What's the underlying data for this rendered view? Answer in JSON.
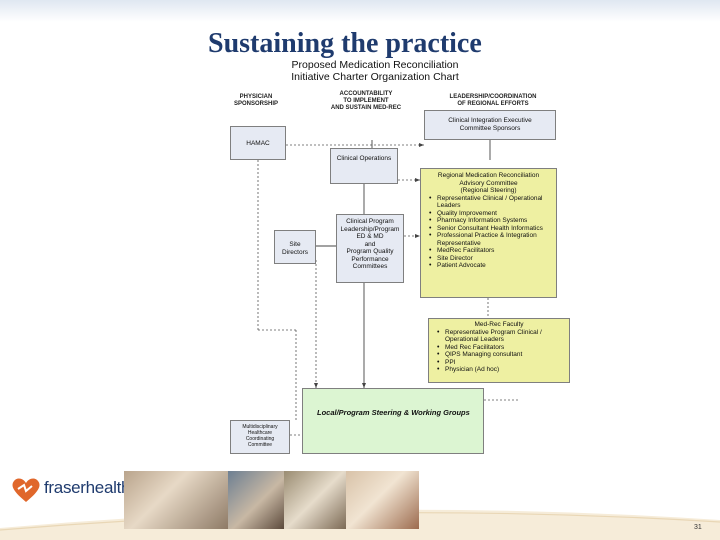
{
  "slide": {
    "title": "Sustaining the practice",
    "page_number": "31"
  },
  "org_chart": {
    "title_line1": "Proposed Medication Reconciliation",
    "title_line2": "Initiative Charter Organization Chart",
    "col_physician": [
      "PHYSICIAN",
      "SPONSORSHIP"
    ],
    "col_accountability": [
      "ACCOUNTABILITY",
      "TO IMPLEMENT",
      "AND SUSTAIN MED-REC"
    ],
    "col_leadership": [
      "LEADERSHIP/COORDINATION",
      "OF REGIONAL EFFORTS"
    ],
    "hamac": "HAMAC",
    "executive": [
      "Clinical Integration Executive",
      "Committee Sponsors"
    ],
    "clinical_ops": "Clinical Operations",
    "regional_title": [
      "Regional Medication Reconciliation",
      "Advisory Committee",
      "(Regional Steering)"
    ],
    "regional_items": [
      "Representative Clinical / Operational Leaders",
      "Quality Improvement",
      "Pharmacy Information Systems",
      "Senior Consultant Health Informatics",
      "Professional Practice & Integration Representative",
      "MedRec Facilitators",
      "Site Director",
      "Patient Advocate"
    ],
    "clinical_program": [
      "Clinical Program",
      "Leadership/Program",
      "ED & MD",
      "and",
      "Program Quality",
      "Performance",
      "Committees"
    ],
    "site_directors": [
      "Site",
      "Directors"
    ],
    "faculty_title": "Med-Rec Faculty",
    "faculty_items": [
      "Representative Program Clinical / Operational Leaders",
      "Med Rec Facilitators",
      "QIPS Managing consultant",
      "PPI",
      "Physician (Ad hoc)"
    ],
    "steering": "Local/Program Steering & Working Groups",
    "multidisciplinary": [
      "Multidisciplinary",
      "Healthcare",
      "Coordinating",
      "Committee"
    ]
  },
  "brand": {
    "logo_text": "fraserhealth",
    "accent_color": "#e0672b",
    "title_color": "#1f3b6e"
  }
}
